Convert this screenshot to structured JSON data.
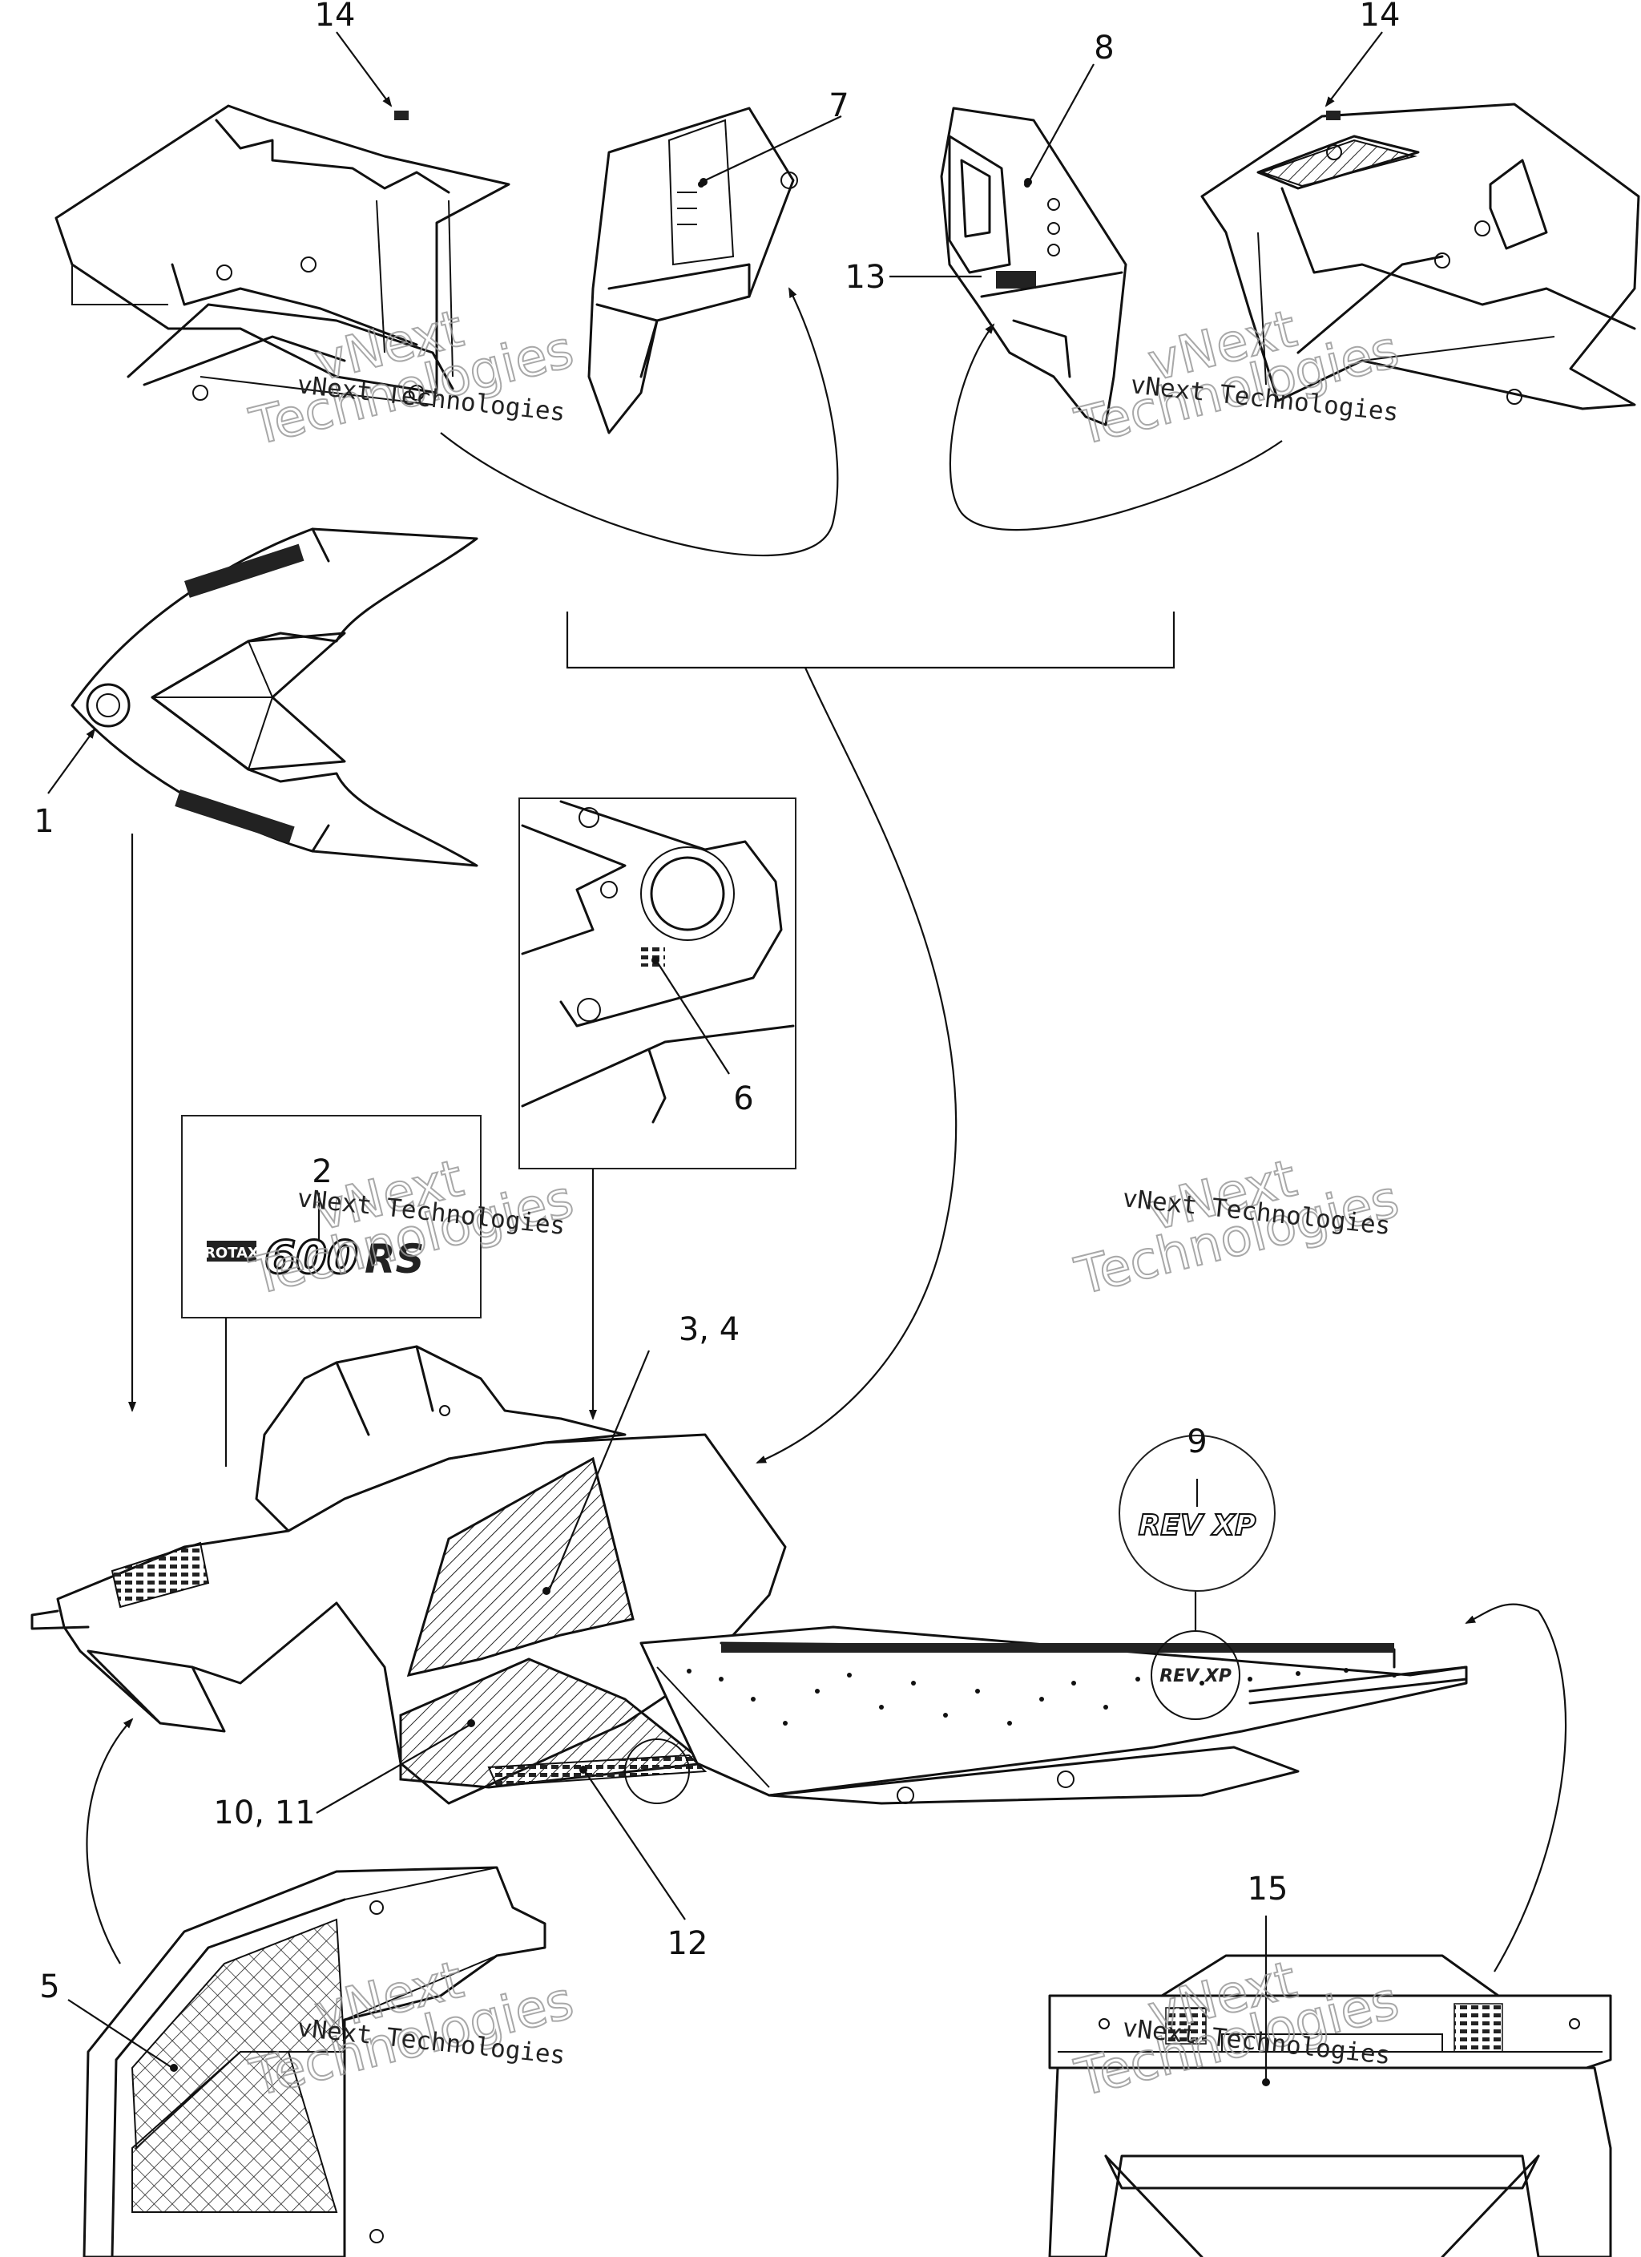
{
  "watermark": {
    "line": "vNext Technologies",
    "big_top": "vNext",
    "big_bottom": "Technologies"
  },
  "callouts": {
    "c1": "1",
    "c2": "2",
    "c3_4": "3, 4",
    "c5": "5",
    "c6": "6",
    "c7": "7",
    "c8": "8",
    "c9": "9",
    "c10_11": "10, 11",
    "c12": "12",
    "c13": "13",
    "c14_left": "14",
    "c14_right": "14",
    "c15": "15"
  },
  "decals": {
    "rotax_brand": "ROTAX",
    "rotax_model": "600",
    "rotax_suffix": "RS",
    "rev_logo": "REV XP"
  }
}
